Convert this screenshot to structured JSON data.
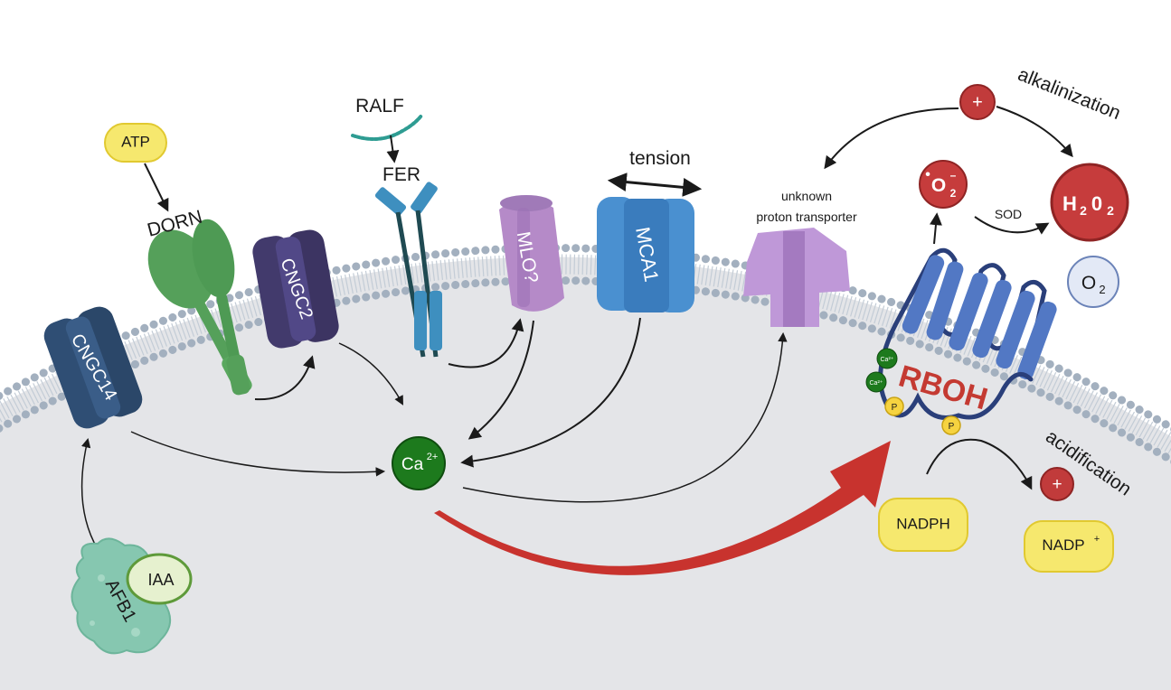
{
  "colors": {
    "cytoplasm": "#e4e5e8",
    "membrane_head": "#a3b0bf",
    "cngc14": "#2f4e74",
    "cngc2": "#423a6c",
    "dorn": "#55a05a",
    "fer": "#3e8fbf",
    "mlo": "#b58ac8",
    "mca1": "#4a90d0",
    "proton_transporter": "#bf98d8",
    "rboh": "#4f73ba",
    "calcium": "#1d7a1d",
    "proton": "#c13b3b",
    "ros": "#c63c3c",
    "nadph": "#f6e86e",
    "afb1": "#86c7b0",
    "iaa": "#e6f1cf",
    "red_arrow": "#c8332e"
  },
  "labels": {
    "atp": "ATP",
    "dorn": "DORN",
    "cngc2": "CNGC2",
    "cngc14": "CNGC14",
    "ralf": "RALF",
    "fer": "FER",
    "mlo": "MLO?",
    "mca1": "MCA1",
    "tension": "tension",
    "unknown_transporter_line1": "unknown",
    "unknown_transporter_line2": "proton transporter",
    "alkalinization": "alkalinization",
    "acidification": "acidification",
    "proton_plus_top": "+",
    "proton_plus_bottom": "+",
    "superoxide": "•O2⁻",
    "superoxide_base": "O",
    "superoxide_sub": "2",
    "superoxide_sup": "–",
    "superoxide_dot": "•",
    "sod": "SOD",
    "h2o2_H": "H",
    "h2o2_2a": "2",
    "h2o2_O": "0",
    "h2o2_2b": "2",
    "o2_O": "O",
    "o2_2": "2",
    "rboh": "RBOH",
    "ca_small_1": "Ca²⁺",
    "ca_small_2": "Ca²⁺",
    "phospho_1": "P",
    "phospho_2": "P",
    "calcium_base": "Ca",
    "calcium_sup": "2+",
    "nadph": "NADPH",
    "nadp_base": "NADP",
    "nadp_sup": "+",
    "afb1": "AFB1",
    "iaa": "IAA"
  }
}
